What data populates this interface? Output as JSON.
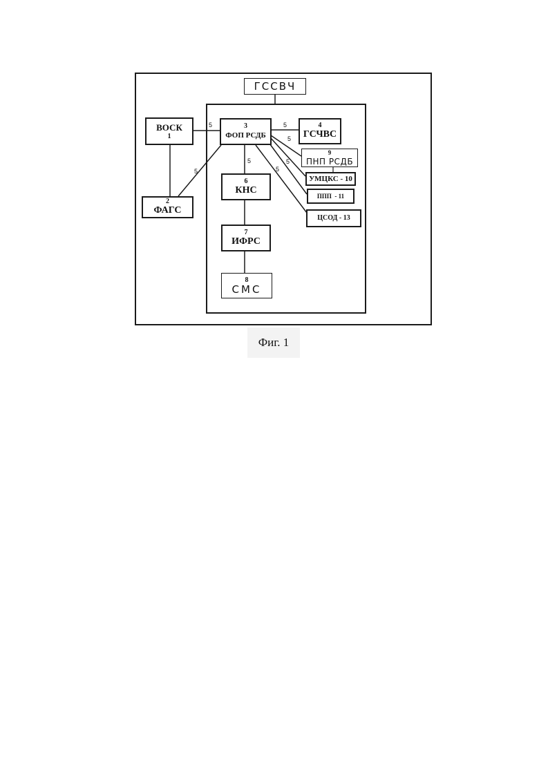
{
  "top_box_label": "ГССВЧ",
  "blocks": {
    "vosk": {
      "num": "1",
      "label": "ВОСК"
    },
    "fags": {
      "num": "2",
      "label": "ФАГС"
    },
    "fop": {
      "num": "3",
      "label": "ФОП РСДБ"
    },
    "gschvs": {
      "num": "4",
      "label": "ГСЧВС"
    },
    "kns": {
      "num": "6",
      "label": "КНС"
    },
    "ifrs": {
      "num": "7",
      "label": "ИФРС"
    },
    "sms": {
      "num": "8",
      "label": "СМС"
    },
    "pnp": {
      "num": "9",
      "label": "ПНП РСДБ"
    },
    "umcks": {
      "label": "УМЦКС - 10"
    },
    "ppp": {
      "label": "ППП  - 11"
    },
    "csod": {
      "label": "ЦСОД - 13"
    }
  },
  "edge_label": "5",
  "caption": "Фиг. 1"
}
